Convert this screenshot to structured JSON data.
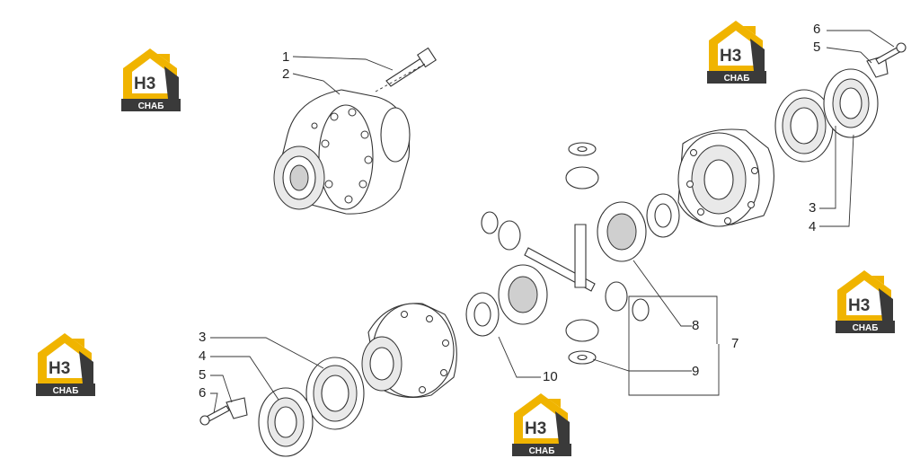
{
  "logo": {
    "text_big": "H3",
    "text_small": "СНАБ",
    "accent": "#f0b400",
    "dark": "#3a3a3a"
  },
  "callouts": [
    "1",
    "2",
    "3",
    "4",
    "5",
    "6",
    "7",
    "8",
    "9",
    "10"
  ],
  "callouts_repeat": {
    "r3": "3",
    "r4": "4",
    "r5": "5",
    "r6": "6"
  }
}
